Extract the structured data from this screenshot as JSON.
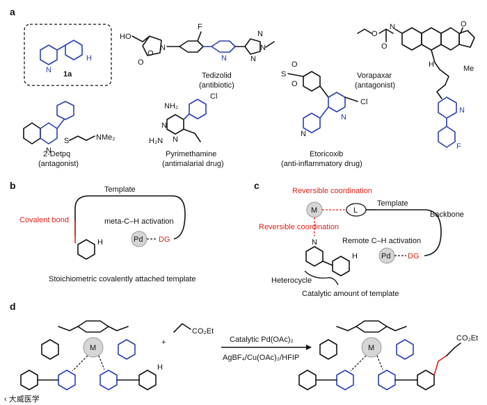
{
  "panel_a": {
    "label": "a",
    "compound_1a": {
      "name": "1a",
      "atom_n": "N",
      "atom_h": "H"
    },
    "tedizolid": {
      "name": "Tedizolid",
      "role": "(antibiotic)",
      "atom_ho": "HO",
      "atom_f": "F",
      "atom_n1": "N",
      "atom_n2": "N",
      "atom_o1": "O",
      "atom_o2": "O",
      "atom_n3": "N",
      "atom_n4": "N",
      "atom_n5": "N"
    },
    "vorapaxar": {
      "name": "Vorapaxar",
      "role": "(antagonist)",
      "atom_n": "N",
      "atom_h": "H",
      "atom_o1": "O",
      "atom_o2": "O",
      "atom_o3": "O",
      "atom_me": "Me",
      "atom_npy": "N",
      "atom_f": "F"
    },
    "detpq": {
      "name": "2-Detpq",
      "role": "(antagonist)",
      "atom_s": "S",
      "atom_n": "N",
      "atom_nme2": "NMe₂"
    },
    "pyrimethamine": {
      "name": "Pyrimethamine",
      "role": "(antimalarial drug)",
      "atom_nh2a": "NH₂",
      "atom_nh2b": "H₂N",
      "atom_n1": "N",
      "atom_n2": "N",
      "atom_cl": "Cl"
    },
    "etoricoxib": {
      "name": "Etoricoxib",
      "role": "(anti-inflammatory drug)",
      "atom_s": "S",
      "atom_o1": "O",
      "atom_o2": "O",
      "atom_cl": "Cl",
      "atom_n1": "N",
      "atom_n2": "N"
    }
  },
  "panel_b": {
    "label": "b",
    "template": "Template",
    "covalent_bond": "Covalent bond",
    "activation": "meta-C–H activation",
    "pd": "Pd",
    "dg": "DG",
    "atom_h": "H",
    "caption": "Stoichiometric covalently attached template"
  },
  "panel_c": {
    "label": "c",
    "reversible_coord_top": "Reversible coordination",
    "reversible_coord_left": "Reversible coordination",
    "m": "M",
    "l": "L",
    "template": "Template",
    "backbone": "Backbone",
    "remote": "Remote C–H activation",
    "pd": "Pd",
    "dg": "DG",
    "atom_n": "N",
    "atom_h": "H",
    "heterocycle": "Heterocycle",
    "caption": "Catalytic amount of template"
  },
  "panel_d": {
    "label": "d",
    "reagent": "CO₂Et",
    "product_ester": "CO₂Et",
    "plus": "+",
    "conditions_top": "Catalytic Pd(OAc)₂",
    "conditions_bottom": "AgBF₄/Cu(OAc)₂/HFIP",
    "m": "M",
    "atom_h": "H"
  },
  "watermark": "‹ 大威医学"
}
